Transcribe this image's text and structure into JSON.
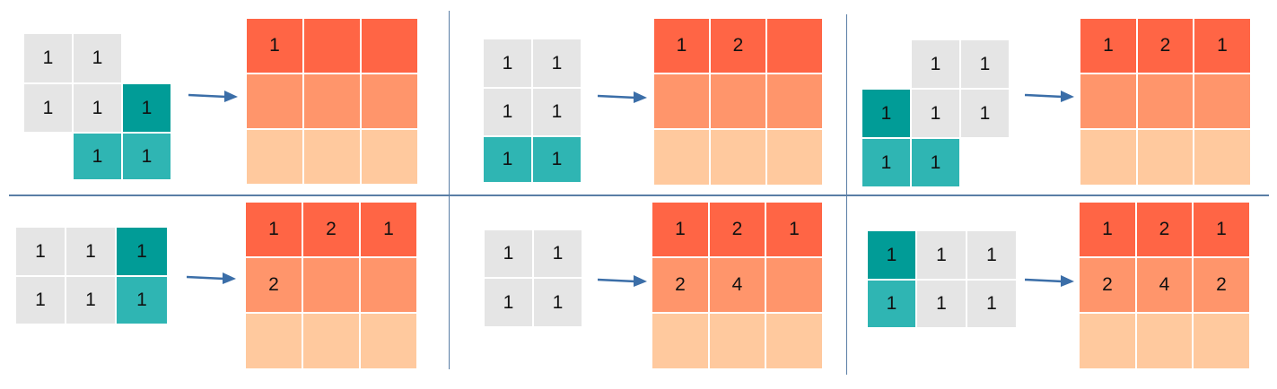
{
  "palette": {
    "kernel_gray": "#e5e5e5",
    "kernel_teal": "#2fb5b3",
    "kernel_teal_dark": "#019c97",
    "out_row1": "#ff6545",
    "out_row2": "#ff956b",
    "out_row3": "#ffc99e",
    "arrow": "#3b6ea8",
    "divider": "#5a7ea6"
  },
  "panels": [
    {
      "kernel": [
        [
          "1",
          "1",
          ""
        ],
        [
          "1",
          "1",
          "1"
        ],
        [
          "",
          "1",
          "1"
        ]
      ],
      "output": [
        [
          "1",
          "",
          ""
        ],
        [
          "",
          "",
          ""
        ],
        [
          "",
          "",
          ""
        ]
      ]
    },
    {
      "kernel": [
        [
          "1",
          "1"
        ],
        [
          "1",
          "1"
        ],
        [
          "1",
          "1"
        ]
      ],
      "output": [
        [
          "1",
          "2",
          ""
        ],
        [
          "",
          "",
          ""
        ],
        [
          "",
          "",
          ""
        ]
      ]
    },
    {
      "kernel": [
        [
          "",
          "1",
          "1"
        ],
        [
          "1",
          "1",
          "1"
        ],
        [
          "1",
          "1",
          ""
        ]
      ],
      "output": [
        [
          "1",
          "2",
          "1"
        ],
        [
          "",
          "",
          ""
        ],
        [
          "",
          "",
          ""
        ]
      ]
    },
    {
      "kernel": [
        [
          "1",
          "1",
          "1"
        ],
        [
          "1",
          "1",
          "1"
        ]
      ],
      "output": [
        [
          "1",
          "2",
          "1"
        ],
        [
          "2",
          "",
          ""
        ],
        [
          "",
          "",
          ""
        ]
      ]
    },
    {
      "kernel": [
        [
          "1",
          "1"
        ],
        [
          "1",
          "1"
        ]
      ],
      "output": [
        [
          "1",
          "2",
          "1"
        ],
        [
          "2",
          "4",
          ""
        ],
        [
          "",
          "",
          ""
        ]
      ]
    },
    {
      "kernel": [
        [
          "1",
          "1",
          "1"
        ],
        [
          "1",
          "1",
          "1"
        ]
      ],
      "output": [
        [
          "1",
          "2",
          "1"
        ],
        [
          "2",
          "4",
          "2"
        ],
        [
          "",
          "",
          ""
        ]
      ]
    }
  ]
}
